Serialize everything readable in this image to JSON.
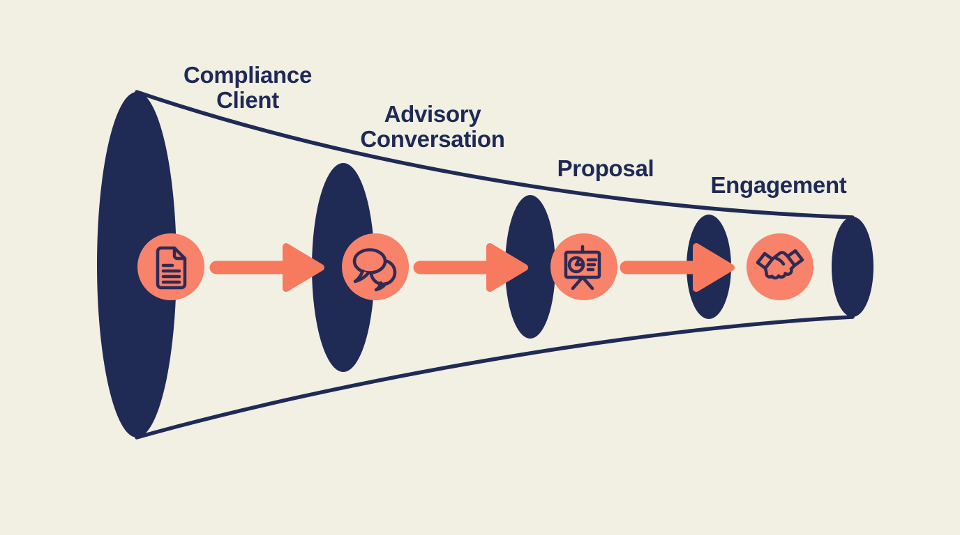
{
  "theme": {
    "background_color": "#f2efe3",
    "funnel_color": "#1f2a55",
    "accent_color": "#f8826a",
    "arrow_color": "#f87a5e",
    "icon_stroke_color": "#2e2b55",
    "label_color": "#1e2a55"
  },
  "diagram": {
    "type": "horizontal-funnel",
    "stage_count": 4,
    "stages": [
      {
        "label": "Compliance\nClient",
        "icon": "document-icon"
      },
      {
        "label": "Advisory\nConversation",
        "icon": "chat-bubbles-icon"
      },
      {
        "label": "Proposal",
        "icon": "presentation-chart-icon"
      },
      {
        "label": "Engagement",
        "icon": "handshake-icon"
      }
    ],
    "connectors": [
      "arrow",
      "arrow",
      "arrow"
    ]
  }
}
